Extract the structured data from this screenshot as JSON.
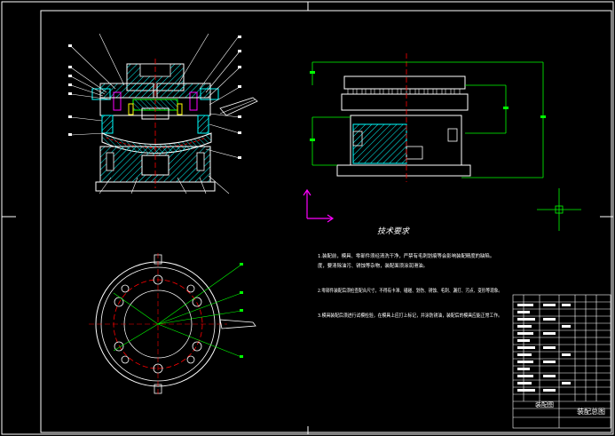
{
  "notes": {
    "title": "技术要求",
    "lines": [
      "1.装配前，模具、零部件须经清洗干净，严禁有毛刺划痕等会影响装配精度的缺陷。",
      "度，要清除油污、锈蚀等杂物，装配面须涂润滑油。",
      "2.零部件装配后须检查配合尺寸，不得有卡滞、磕碰、划伤、锈蚀、毛刺、漏打、污点、变形等现象。",
      "3.模具装配后须进行试模检验，在模具上应打上标记，并涂防锈油，装配后的模具应能正常工作。"
    ]
  },
  "title_block": {
    "drawing_title": "装配总图",
    "drawing_number": "装配图"
  },
  "colors": {
    "background": "#000000",
    "outline": "#ffffff",
    "hatch": "#00ffff",
    "leader": "#00ff00",
    "center_line": "#ff0000",
    "ucs_icon": "#ff00ff",
    "part_yellow": "#ffff00"
  }
}
